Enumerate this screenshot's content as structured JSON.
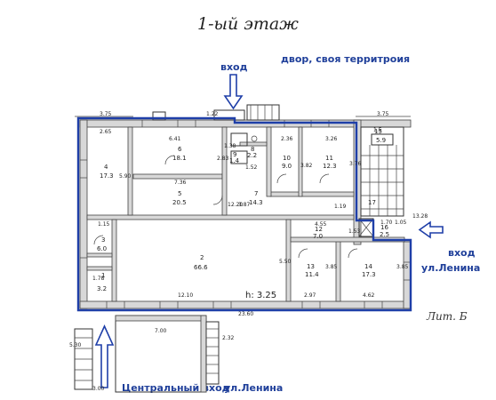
{
  "title": "1-ый этаж",
  "lit_label": "Лит. Б",
  "annotations": {
    "entrance_top": "вход",
    "yard": "двор, своя территроия",
    "entrance_right_line1": "вход",
    "entrance_right_line2": "ул.Ленина",
    "central_entrance": "Центральный вход",
    "central_street": "ул.Ленина"
  },
  "height_label": "h: 3.25",
  "rooms": [
    {
      "id": "room-1",
      "number": "1",
      "area": "3.2"
    },
    {
      "id": "room-2",
      "number": "2",
      "area": "66.6"
    },
    {
      "id": "room-3",
      "number": "3",
      "area": "6.0"
    },
    {
      "id": "room-4",
      "number": "4",
      "area": "17.3"
    },
    {
      "id": "room-5",
      "number": "5",
      "area": "20.5"
    },
    {
      "id": "room-6",
      "number": "6",
      "area": "18.1"
    },
    {
      "id": "room-7",
      "number": "7",
      "area": "14.3"
    },
    {
      "id": "room-8",
      "number": "8",
      "area": "2.2"
    },
    {
      "id": "room-9",
      "number": "9",
      "area": "1.4"
    },
    {
      "id": "room-10",
      "number": "10",
      "area": "9.0"
    },
    {
      "id": "room-11",
      "number": "11",
      "area": "12.3"
    },
    {
      "id": "room-12",
      "number": "12",
      "area": "7.0"
    },
    {
      "id": "room-13",
      "number": "13",
      "area": "11.4"
    },
    {
      "id": "room-14",
      "number": "14",
      "area": "17.3"
    },
    {
      "id": "room-15",
      "number": "15",
      "area": "5.9"
    },
    {
      "id": "room-16",
      "number": "16",
      "area": "2.5"
    },
    {
      "id": "room-17",
      "number": "17",
      "area": ""
    }
  ],
  "dimensions": [
    "3.75",
    "3.75",
    "2.65",
    "6.41",
    "1.22",
    "2.36",
    "3.26",
    "5.90",
    "2.83",
    "1.52",
    "3.82",
    "3.76",
    "7.36",
    "12.20",
    "3.87",
    "1.19",
    "1.15",
    "4.55",
    "1.53",
    "1.70",
    "13.28",
    "1.05",
    "5.50",
    "3.85",
    "3.85",
    "2.97",
    "4.62",
    "12.10",
    "23.60",
    "1.78",
    "7.00",
    "5.30",
    "3.00",
    "2.32",
    "1.5",
    "1.38"
  ]
}
